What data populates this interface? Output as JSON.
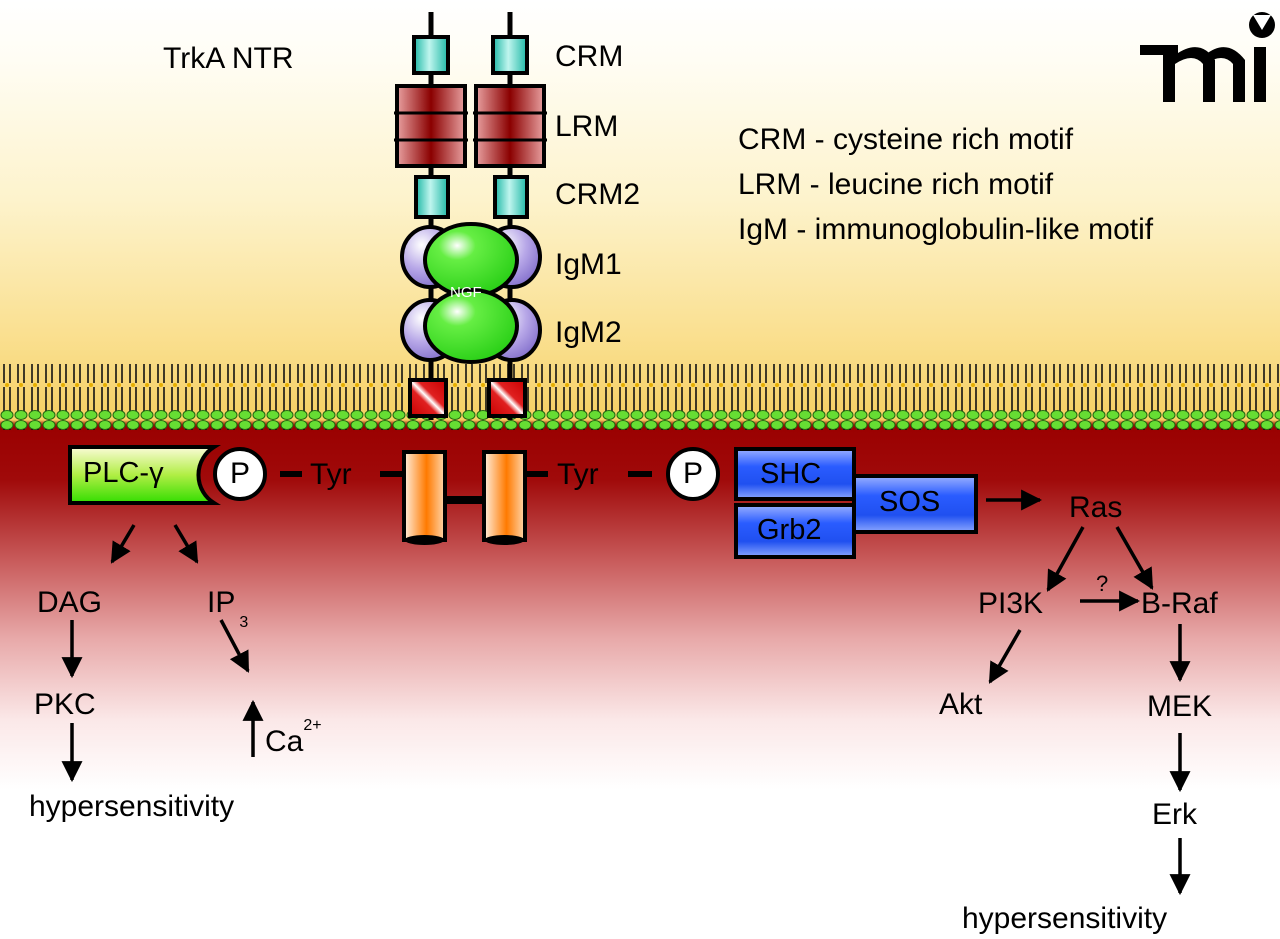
{
  "title": "TrkA NTR",
  "domains": {
    "crm": "CRM",
    "lrm": "LRM",
    "crm2": "CRM2",
    "igm1": "IgM1",
    "igm2": "IgM2",
    "ligand": "NGF"
  },
  "legend": [
    "CRM - cysteine rich motif",
    "LRM - leucine rich motif",
    "IgM - immunoglobulin-like motif"
  ],
  "logo": "mi",
  "intracellular": {
    "tyr_left": "Tyr",
    "tyr_right": "Tyr",
    "phospho": "P",
    "plc": "PLC-γ",
    "shc": "SHC",
    "grb2": "Grb2",
    "sos": "SOS",
    "ras": "Ras",
    "pi3k": "PI3K",
    "braf": "B-Raf",
    "question": "?",
    "akt": "Akt",
    "mek": "MEK",
    "erk": "Erk",
    "dag": "DAG",
    "ip3_main": "IP",
    "ip3_sub": "3",
    "pkc": "PKC",
    "ca_main": "Ca",
    "ca_sup": "2+",
    "hypersensitivity_left": "hypersensitivity",
    "hypersensitivity_right": "hypersensitivity"
  },
  "colors": {
    "crm": "#2fd0bb",
    "lrm": "#9a0a0a",
    "igm": "#9a8ad8",
    "ngf": "#33dd22",
    "tm": "#d01818",
    "kinase": "#ff8a1e",
    "plc_top": "#f6f8c0",
    "plc_bottom": "#33dd00",
    "adaptor": "#2255ff",
    "lipid_head": "#55dd33"
  }
}
